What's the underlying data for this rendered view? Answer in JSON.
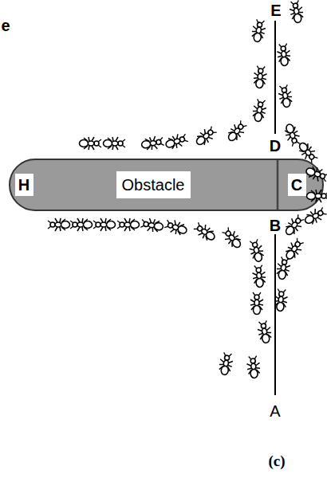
{
  "diagram": {
    "caption": "(c)",
    "nodes": [
      {
        "text": [
          "H"
        ]
      },
      {
        "text": [
          "Obstacle"
        ]
      },
      {
        "text": [
          "C"
        ]
      }
    ],
    "labels": [
      "e",
      "E",
      "D",
      "B",
      "A"
    ]
  }
}
